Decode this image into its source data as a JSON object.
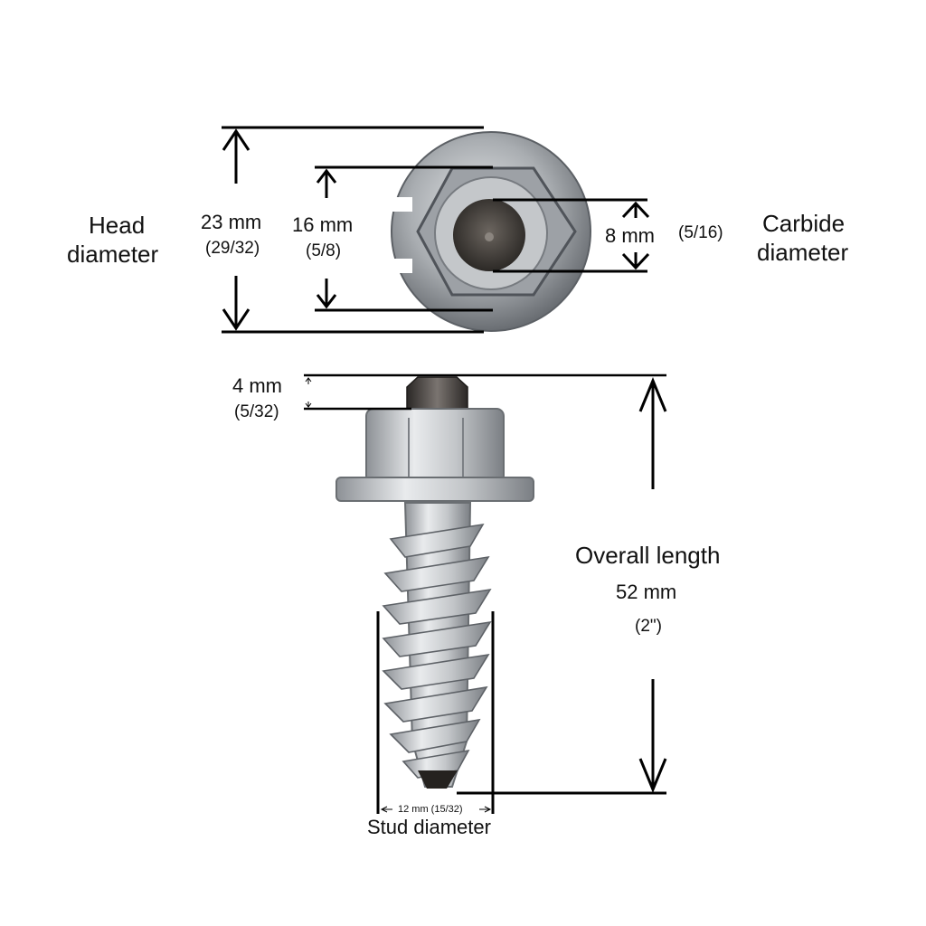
{
  "colors": {
    "line": "#000000",
    "metal": "#b9bcbf",
    "metal_dark": "#6d7075",
    "carbide": "#3d3a37"
  },
  "head_diameter": {
    "label_line1": "Head",
    "label_line2": "diameter",
    "mm": "23 mm",
    "inch": "(29/32)"
  },
  "hex_size": {
    "mm": "16 mm",
    "inch": "(5/8)"
  },
  "carbide_diameter": {
    "mm": "8 mm",
    "inch": "(5/16)",
    "label_line1": "Carbide",
    "label_line2": "diameter"
  },
  "carbide_protrusion": {
    "mm": "4 mm",
    "inch": "(5/32)"
  },
  "overall_length": {
    "label": "Overall length",
    "mm": "52 mm",
    "inch": "(2\")"
  },
  "stud_diameter": {
    "value": "12 mm  (15/32)",
    "label": "Stud diameter"
  }
}
